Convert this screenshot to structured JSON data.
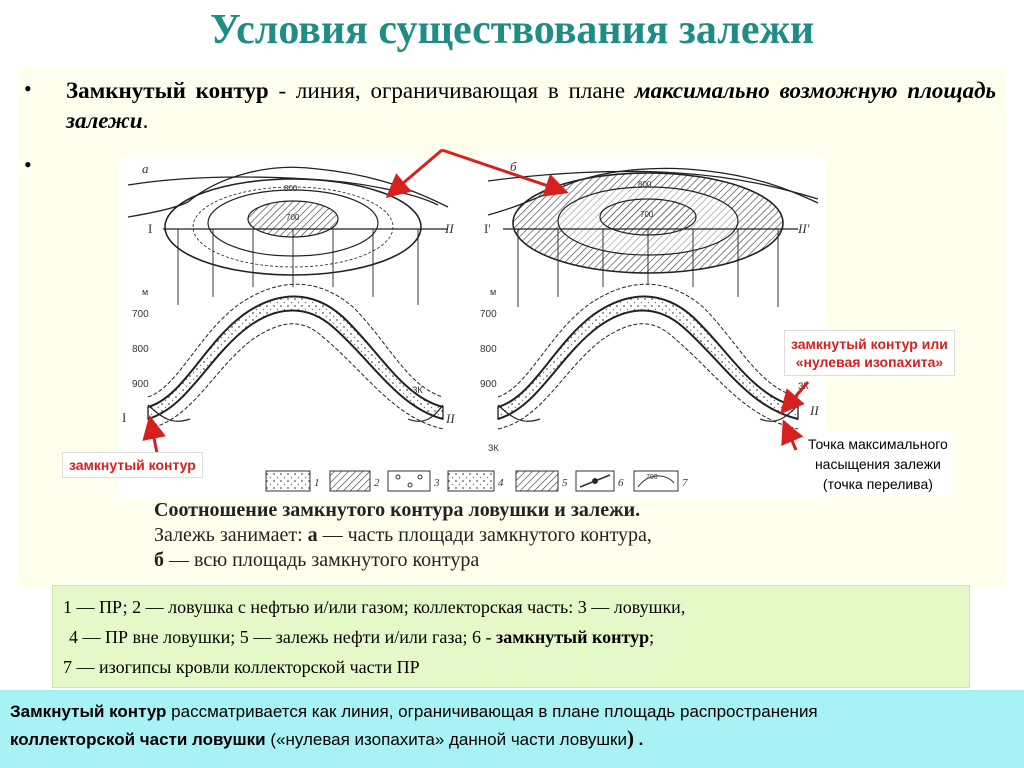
{
  "title": "Условия существования залежи",
  "bullet1": {
    "term": "Замкнутый контур",
    "text": "- линия, ограничивающая в плане",
    "emph": "максимально возможную площадь залежи",
    "end": "."
  },
  "figure": {
    "panel_a": "а",
    "panel_b": "б",
    "section_labels": [
      "I",
      "II",
      "I'",
      "II'"
    ],
    "plan_contours": [
      "800",
      "700",
      "800",
      "700"
    ],
    "axis_unit": "м",
    "depth_ticks": [
      "700",
      "800",
      "900"
    ],
    "zk": "ЗК",
    "legend_numbers": [
      "1",
      "2",
      "3",
      "4",
      "5",
      "6",
      "7"
    ],
    "legend_7_value": "700"
  },
  "labels": {
    "zk_left": "замкнутый контур",
    "zk_right_1": "замкнутый контур или",
    "zk_right_2": "«нулевая изопахита»",
    "spill_1": "Точка максимального",
    "spill_2": "насыщения залежи",
    "spill_3": "(точка перелива)"
  },
  "caption": {
    "line1": "Соотношение замкнутого контура ловушки и залежи.",
    "line2_pre": "Залежь занимает: ",
    "line2_a": "а",
    "line2_post": " — часть площади замкнутого контура,",
    "line3_b": "б",
    "line3_post": " — всю площадь замкнутого контура"
  },
  "legend": {
    "line1": "1 — ПР; 2 — ловушка с нефтью и/или газом; коллекторская часть: 3 — ловушки,",
    "line2_pre": "4 — ПР вне ловушки; 5 — залежь нефти и/или газа; 6 - ",
    "line2_bold": "замкнутый контур",
    "line2_post": ";",
    "line3": "7 — изогипсы кровли коллекторской части ПР"
  },
  "bottom": {
    "term": "Замкнутый контур",
    "text1": " рассматривается как линия, ограничивающая в плане площадь распространения",
    "bold2": "коллекторской части ловушки",
    "text2": " («нулевая изопахита» данной части ловушки",
    "paren": ")",
    "dot": " ."
  },
  "colors": {
    "title": "#1f8c86",
    "annotation_red": "#d62020",
    "legend_bg": "#e5f9c8",
    "bottom_bg": "#a8f2f5"
  }
}
